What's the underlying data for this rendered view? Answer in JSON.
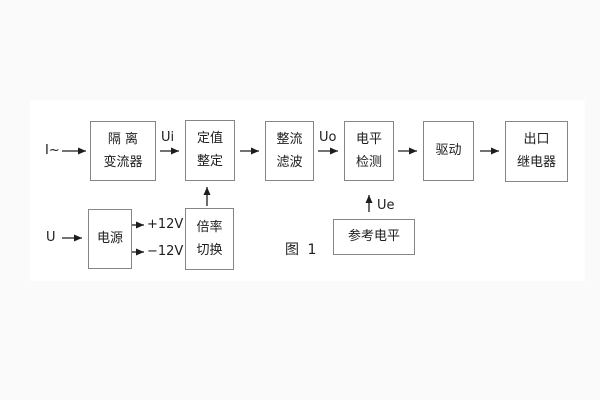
{
  "diagram": {
    "caption": "图 1",
    "boxes": [
      {
        "id": "isolation-transformer",
        "line1": "隔 离",
        "line2": "变流器"
      },
      {
        "id": "setpoint-adjust",
        "line1": "定值",
        "line2": "整定"
      },
      {
        "id": "rectifier-filter",
        "line1": "整流",
        "line2": "滤波"
      },
      {
        "id": "level-detect",
        "line1": "电平",
        "line2": "检测"
      },
      {
        "id": "drive",
        "line1": "驱动",
        "line2": ""
      },
      {
        "id": "output-relay",
        "line1": "出口",
        "line2": "继电器"
      },
      {
        "id": "power-supply",
        "line1": "电源",
        "line2": ""
      },
      {
        "id": "ratio-switch",
        "line1": "倍率",
        "line2": "切换"
      },
      {
        "id": "reference-level",
        "line1": "参考电平",
        "line2": ""
      }
    ],
    "labels": {
      "input_current": "I~",
      "input_voltage": "U",
      "ui": "Ui",
      "uo": "Uo",
      "ue": "Ue",
      "plus12": "+12V",
      "minus12": "−12V"
    },
    "colors": {
      "box_border": "#858585",
      "text": "#1d1d1d",
      "arrow": "#1d1d1d",
      "panel": "#ffffff",
      "background": "#fafafa"
    }
  }
}
